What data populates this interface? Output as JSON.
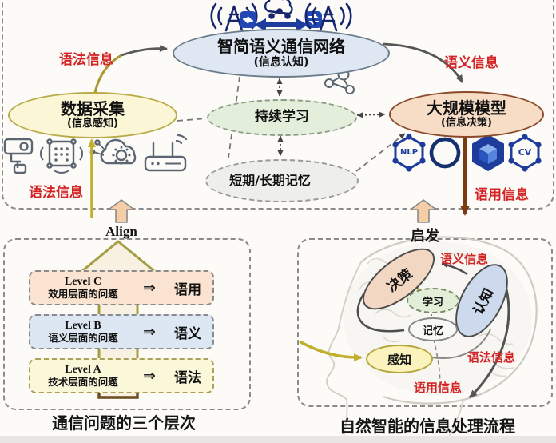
{
  "top": {
    "network": {
      "title": "智简语义通信网络",
      "subtitle": "(信息认知)"
    },
    "collect": {
      "title": "数据采集",
      "subtitle": "(信息感知)"
    },
    "model": {
      "title": "大规模模型",
      "subtitle": "(信息决策)"
    },
    "learning_label": "持续学习",
    "memory_label": "短期/长期记忆",
    "label_syntax_upper": "语法信息",
    "label_semantic_upper": "语义信息",
    "label_syntax_lower": "语法信息",
    "label_pragmatic_lower": "语用信息",
    "nlp_label": "NLP",
    "cv_label": "CV"
  },
  "bridge": {
    "align_label": "Align",
    "inspire_label": "启发"
  },
  "bottom_left": {
    "levels": [
      {
        "name": "Level C",
        "desc": "效用层面的问题",
        "arrow": "⇒",
        "term": "语用"
      },
      {
        "name": "Level B",
        "desc": "语义层面的问题",
        "arrow": "⇒",
        "term": "语义"
      },
      {
        "name": "Level A",
        "desc": "技术层面的问题",
        "arrow": "⇒",
        "term": "语法"
      }
    ],
    "caption": "通信问题的三个层次"
  },
  "bottom_right": {
    "decision": "决策",
    "cognition": "认知",
    "learning": "学习",
    "memory": "记忆",
    "perception": "感知",
    "label_semantic": "语义信息",
    "label_syntax": "语法信息",
    "label_pragmatic": "语用信息",
    "caption": "自然智能的信息处理流程"
  },
  "colors": {
    "red_label": "#d32525",
    "navy_icon": "#1d3c9c",
    "olive_arrow": "#a8982c",
    "yellow_line": "#c1b02d",
    "brown_arrow": "#7a3a12",
    "network_fill": "#dee7f2",
    "collect_fill": "#fbf6d6",
    "model_fill": "#f7dcc6",
    "learning_fill": "#e4efdb",
    "memory_fill": "#eeeeea"
  }
}
